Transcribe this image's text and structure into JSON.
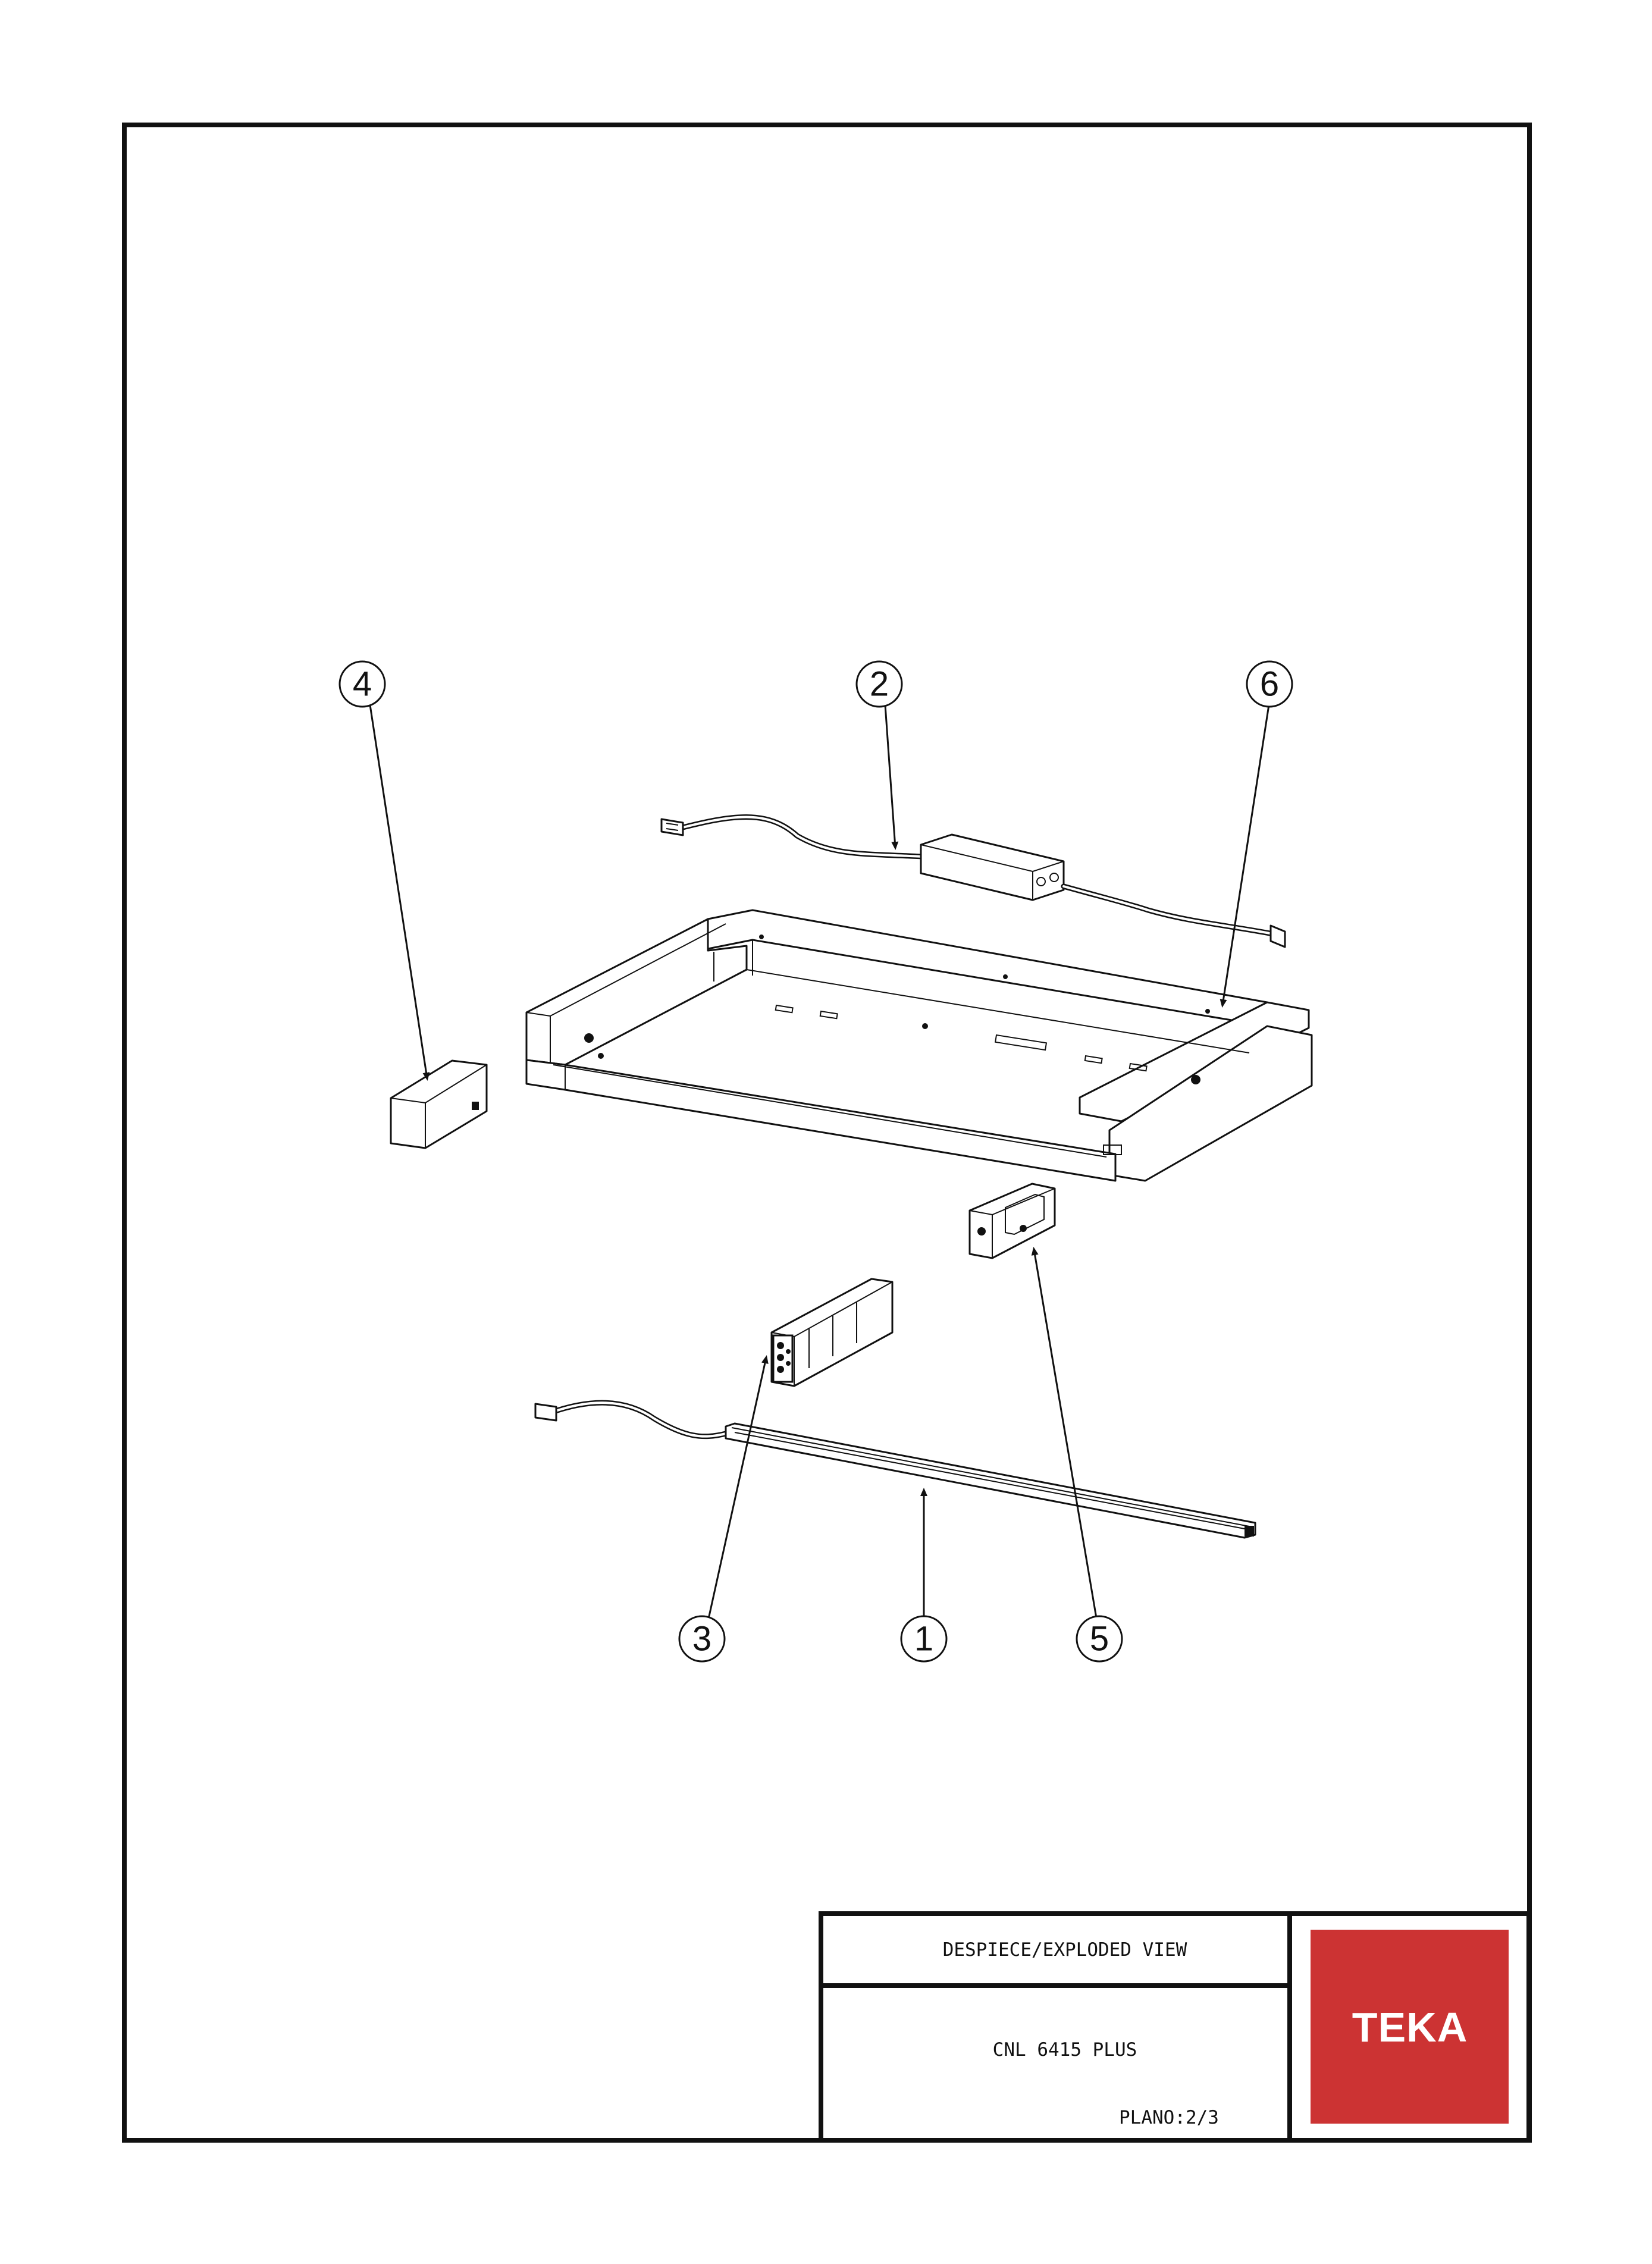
{
  "title_block": {
    "view_title": "DESPIECE/EXPLODED VIEW",
    "model": "CNL 6415 PLUS",
    "sheet": "PLANO:2/3",
    "brand": "TEKA",
    "brand_color": "#cc3333"
  },
  "callouts": [
    {
      "label": "4"
    },
    {
      "label": "2"
    },
    {
      "label": "6"
    },
    {
      "label": "3"
    },
    {
      "label": "1"
    },
    {
      "label": "5"
    }
  ]
}
